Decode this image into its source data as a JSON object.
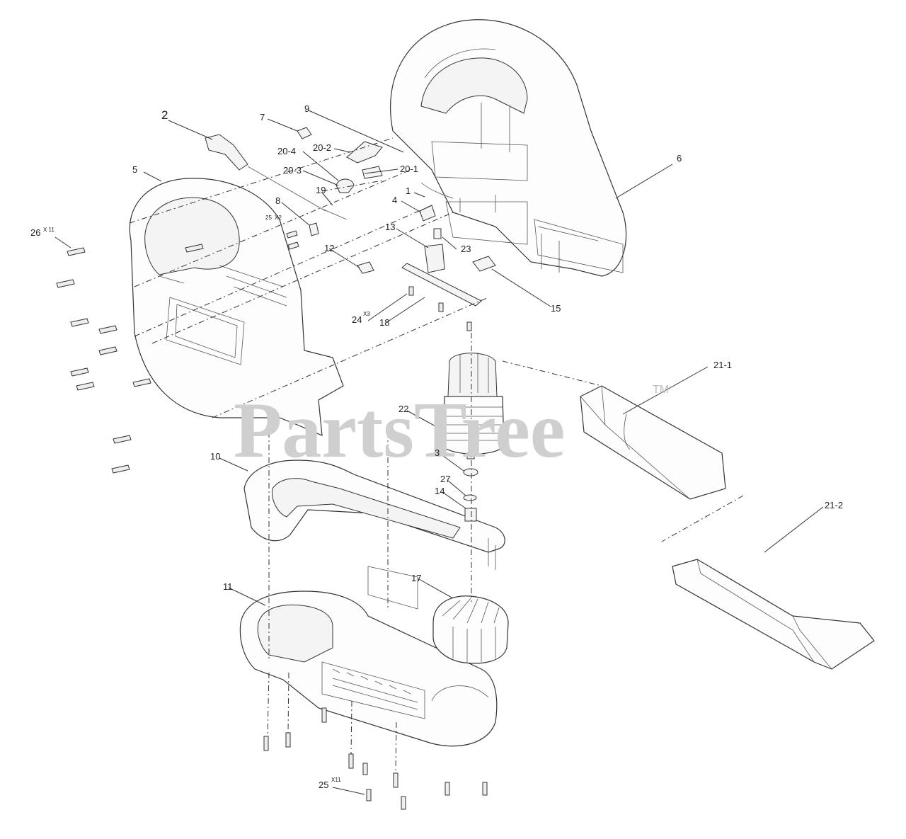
{
  "watermark": {
    "text": "PartsTree",
    "trademark": "TM"
  },
  "labels": {
    "p1": "1",
    "p2": "2",
    "p3": "3",
    "p4": "4",
    "p5": "5",
    "p6": "6",
    "p7": "7",
    "p8": "8",
    "p9": "9",
    "p10": "10",
    "p11": "11",
    "p12": "12",
    "p13": "13",
    "p14": "14",
    "p15": "15",
    "p17": "17",
    "p18": "18",
    "p19": "19",
    "p20_1": "20-1",
    "p20_2": "20-2",
    "p20_3": "20-3",
    "p20_4": "20-4",
    "p21_1": "21-1",
    "p21_2": "21-2",
    "p22": "22",
    "p23": "23",
    "p24": "24",
    "p24_qty": "X3",
    "p25": "25",
    "p25_qty": "X11",
    "p25b": "25",
    "p25b_qty": "X2",
    "p26": "26",
    "p26_qty": "X 11",
    "p27": "27"
  }
}
